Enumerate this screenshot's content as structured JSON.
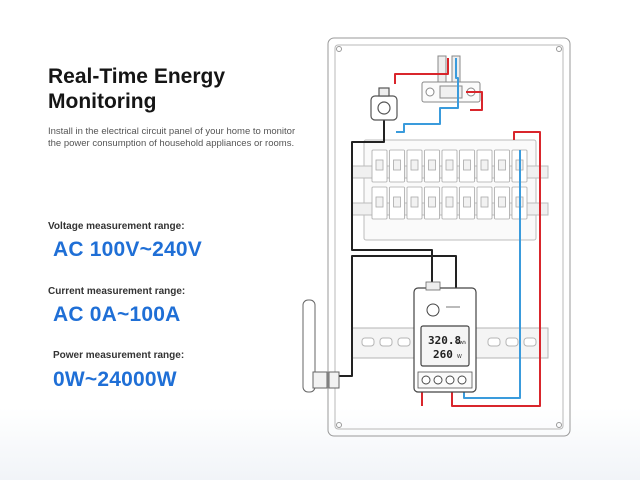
{
  "title": "Real-Time Energy Monitoring",
  "description": "Install in the electrical circuit panel of your home to monitor the power consumption of household appliances or rooms.",
  "specs": [
    {
      "label": "Voltage measurement range:",
      "value": "AC 100V~240V"
    },
    {
      "label": "Current measurement range:",
      "value": "AC 0A~100A"
    },
    {
      "label": "Power measurement range:",
      "value": "0W~24000W"
    }
  ],
  "meter_display": {
    "energy": "320.8",
    "energy_unit": "kWh",
    "power": "260",
    "power_unit": "W"
  },
  "colors": {
    "accent": "#1f6fd6",
    "wire_red": "#d9262c",
    "wire_blue": "#3a9bdc",
    "wire_black": "#222222",
    "panel_outline": "#9a9a9a"
  }
}
